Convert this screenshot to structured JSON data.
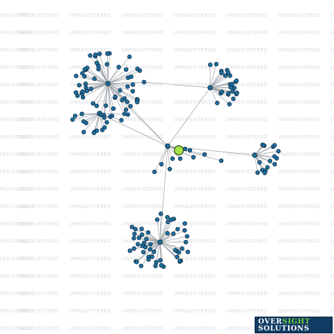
{
  "watermark": {
    "text": "UNREGISTERED"
  },
  "logo": {
    "word1_part1": "OVER",
    "word1_part2": "SIGHT",
    "word2": "SOLUTIONS"
  },
  "colors": {
    "node_fill": "#1f6fa0",
    "node_stroke": "#0b2d44",
    "focus_fill": "#a6e34a",
    "edge": "#9aa0a6",
    "watermark": "#d7dbe0",
    "logo_bg": "#123b63",
    "logo_accent": "#6fd13a"
  },
  "graph": {
    "focus_node": "central-entity",
    "clusters": [
      {
        "id": "cluster-top-left",
        "node_count": 60
      },
      {
        "id": "cluster-left-small",
        "node_count": 14
      },
      {
        "id": "cluster-top-right",
        "node_count": 24
      },
      {
        "id": "cluster-right",
        "node_count": 16
      },
      {
        "id": "cluster-bottom",
        "node_count": 52
      }
    ],
    "direct_links": 8
  }
}
